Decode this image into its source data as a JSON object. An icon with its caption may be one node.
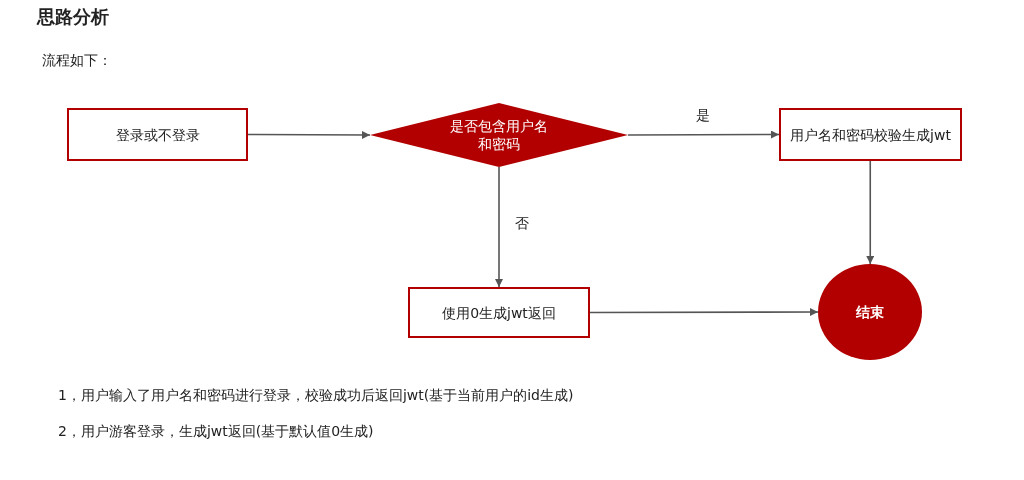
{
  "diagram": {
    "title": "思路分析",
    "nodes": [
      {
        "text": [
          "登录或不登录"
        ]
      },
      {
        "text": [
          "是否包含用户名和密码"
        ]
      },
      {
        "text": [
          "用户名和密码校验生成jwt"
        ]
      },
      {
        "text": [
          "使用0生成jwt返回"
        ]
      },
      {
        "text": [
          "结束"
        ]
      }
    ],
    "edges": [
      {
        "from": 0,
        "to": 1,
        "arrow": "to"
      },
      {
        "from": 1,
        "to": 2,
        "arrow": "to",
        "label": "是"
      },
      {
        "from": 1,
        "to": 3,
        "arrow": "to",
        "label": "否"
      },
      {
        "from": 2,
        "to": 4,
        "arrow": "to"
      },
      {
        "from": 3,
        "to": 4,
        "arrow": "to"
      }
    ],
    "labels": [
      "流程如下：",
      "1，用户输入了用户名和密码进行登录，校验成功后返回jwt(基于当前用户的id生成)",
      "2，用户游客登录，生成jwt返回(基于默认值0生成)"
    ]
  }
}
